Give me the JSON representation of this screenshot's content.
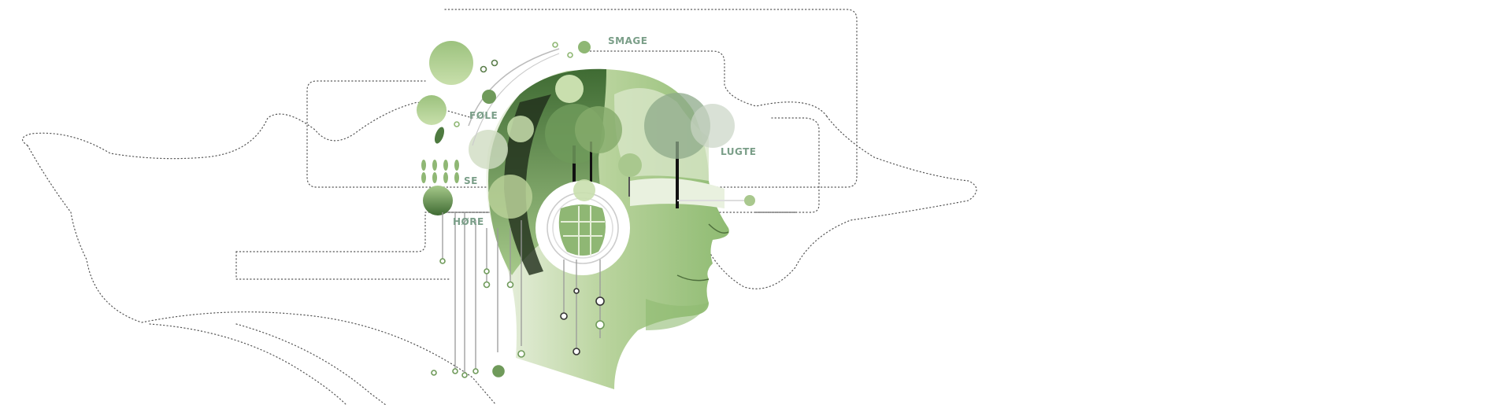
{
  "labels": {
    "taste": "SMAGE",
    "touch": "FØLE",
    "smell": "LUGTE",
    "sight": "SE",
    "hearing": "HØRE"
  },
  "colors": {
    "label": "#7a9e88",
    "green_dark": "#4e7a40",
    "green_mid": "#8fb774",
    "green_light": "#c9dfae",
    "bg": "#ffffff"
  }
}
